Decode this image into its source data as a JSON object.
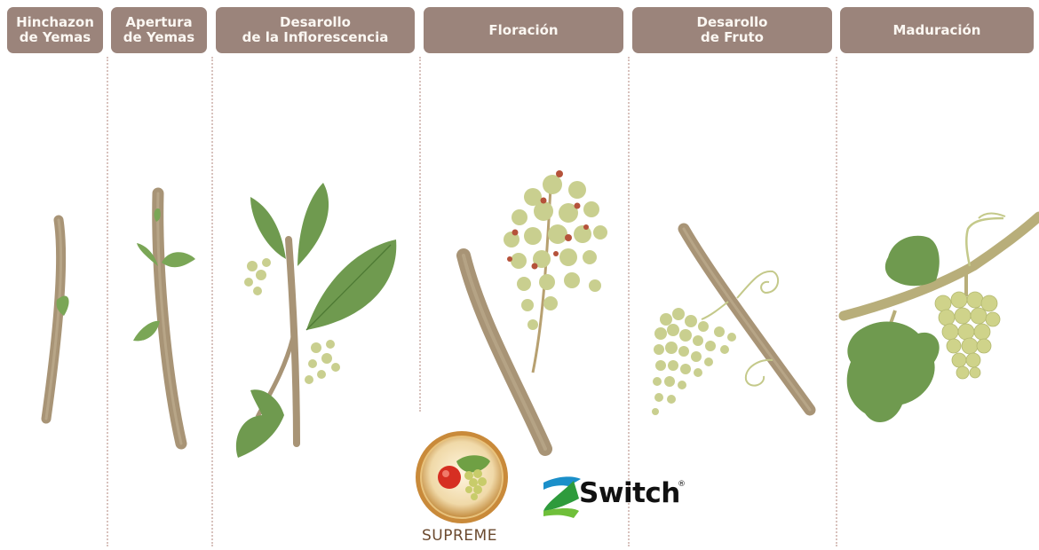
{
  "stages": [
    {
      "label": "Hinchazon\nde Yemas"
    },
    {
      "label": "Apertura\nde Yemas"
    },
    {
      "label": "Desarollo\nde la Inflorescencia"
    },
    {
      "label": "Floración"
    },
    {
      "label": "Desarollo\nde Fruto"
    },
    {
      "label": "Maduración"
    }
  ],
  "logos": {
    "supreme": {
      "caption": "SUPREME"
    },
    "switch": {
      "text": "Switch",
      "reg": "®"
    }
  },
  "colors": {
    "header_bg": "#9b847b",
    "stem": "#a89476",
    "leaf": "#6f9a4f",
    "flower": "#c9cf8f",
    "grape": "#cfd38a",
    "bud_red": "#b5523a"
  },
  "icons": [
    "cane-icon",
    "bud-icon",
    "leaf-icon",
    "inflorescence-icon",
    "flower-cluster-icon",
    "grape-cluster-icon",
    "tendril-icon",
    "supreme-logo-icon",
    "switch-logo-icon"
  ]
}
